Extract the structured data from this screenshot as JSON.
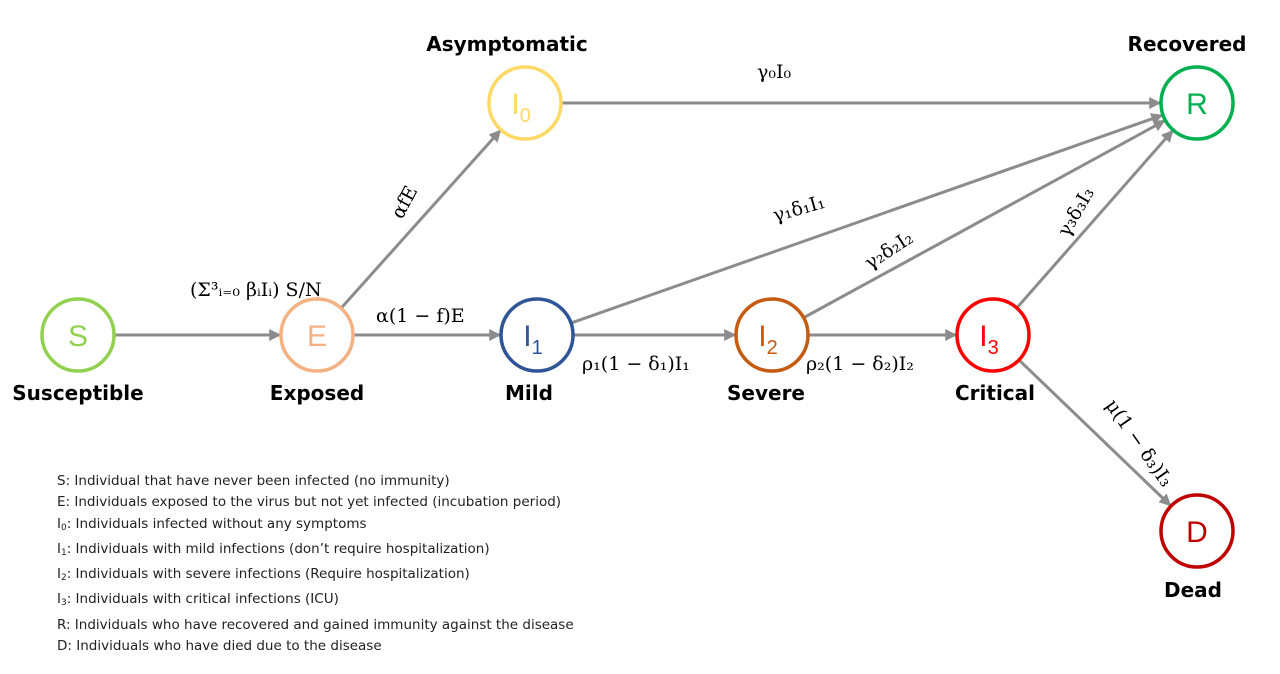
{
  "nodes": [
    {
      "id": "S",
      "letter": "S",
      "sub": "",
      "name": "Susceptible",
      "color": "#92d050"
    },
    {
      "id": "E",
      "letter": "E",
      "sub": "",
      "name": "Exposed",
      "color": "#f4b183"
    },
    {
      "id": "I0",
      "letter": "I",
      "sub": "0",
      "name": "Asymptomatic",
      "color": "#ffd966"
    },
    {
      "id": "I1",
      "letter": "I",
      "sub": "1",
      "name": "Mild",
      "color": "#2f5597"
    },
    {
      "id": "I2",
      "letter": "I",
      "sub": "2",
      "name": "Severe",
      "color": "#c55a11"
    },
    {
      "id": "I3",
      "letter": "I",
      "sub": "3",
      "name": "Critical",
      "color": "#ff0000"
    },
    {
      "id": "R",
      "letter": "R",
      "sub": "",
      "name": "Recovered",
      "color": "#00b050"
    },
    {
      "id": "D",
      "letter": "D",
      "sub": "",
      "name": "Dead",
      "color": "#c00000"
    }
  ],
  "edges": [
    {
      "from": "S",
      "to": "E",
      "rate": "(Σ³ᵢ₌₀ βᵢIᵢ) S/N"
    },
    {
      "from": "E",
      "to": "I0",
      "rate": "αfE"
    },
    {
      "from": "E",
      "to": "I1",
      "rate": "α(1 − f)E"
    },
    {
      "from": "I0",
      "to": "R",
      "rate": "γ₀I₀"
    },
    {
      "from": "I1",
      "to": "R",
      "rate": "γ₁δ₁I₁"
    },
    {
      "from": "I1",
      "to": "I2",
      "rate": "ρ₁(1 − δ₁)I₁"
    },
    {
      "from": "I2",
      "to": "R",
      "rate": "γ₂δ₂I₂"
    },
    {
      "from": "I2",
      "to": "I3",
      "rate": "ρ₂(1 − δ₂)I₂"
    },
    {
      "from": "I3",
      "to": "R",
      "rate": "γ₃δ₃I₃"
    },
    {
      "from": "I3",
      "to": "D",
      "rate": "μ(1 − δ₃)I₃"
    }
  ],
  "legend": [
    {
      "sym": "S",
      "sub": "",
      "text": ": Individual that have never been infected (no immunity)"
    },
    {
      "sym": "E",
      "sub": "",
      "text": ": Individuals exposed to the virus but not yet infected (incubation period)"
    },
    {
      "sym": "I",
      "sub": "0",
      "text": ": Individuals infected without any symptoms"
    },
    {
      "sym": "I",
      "sub": "1",
      "text": ": Individuals with mild infections (don’t require hospitalization)"
    },
    {
      "sym": "I",
      "sub": "2",
      "text": ": Individuals with severe infections (Require hospitalization)"
    },
    {
      "sym": "I",
      "sub": "3",
      "text": ": Individuals with critical infections (ICU)"
    },
    {
      "sym": "R",
      "sub": "",
      "text": ": Individuals who have recovered and gained immunity  against the disease"
    },
    {
      "sym": "D",
      "sub": "",
      "text": ": Individuals who have died due to the disease"
    }
  ]
}
